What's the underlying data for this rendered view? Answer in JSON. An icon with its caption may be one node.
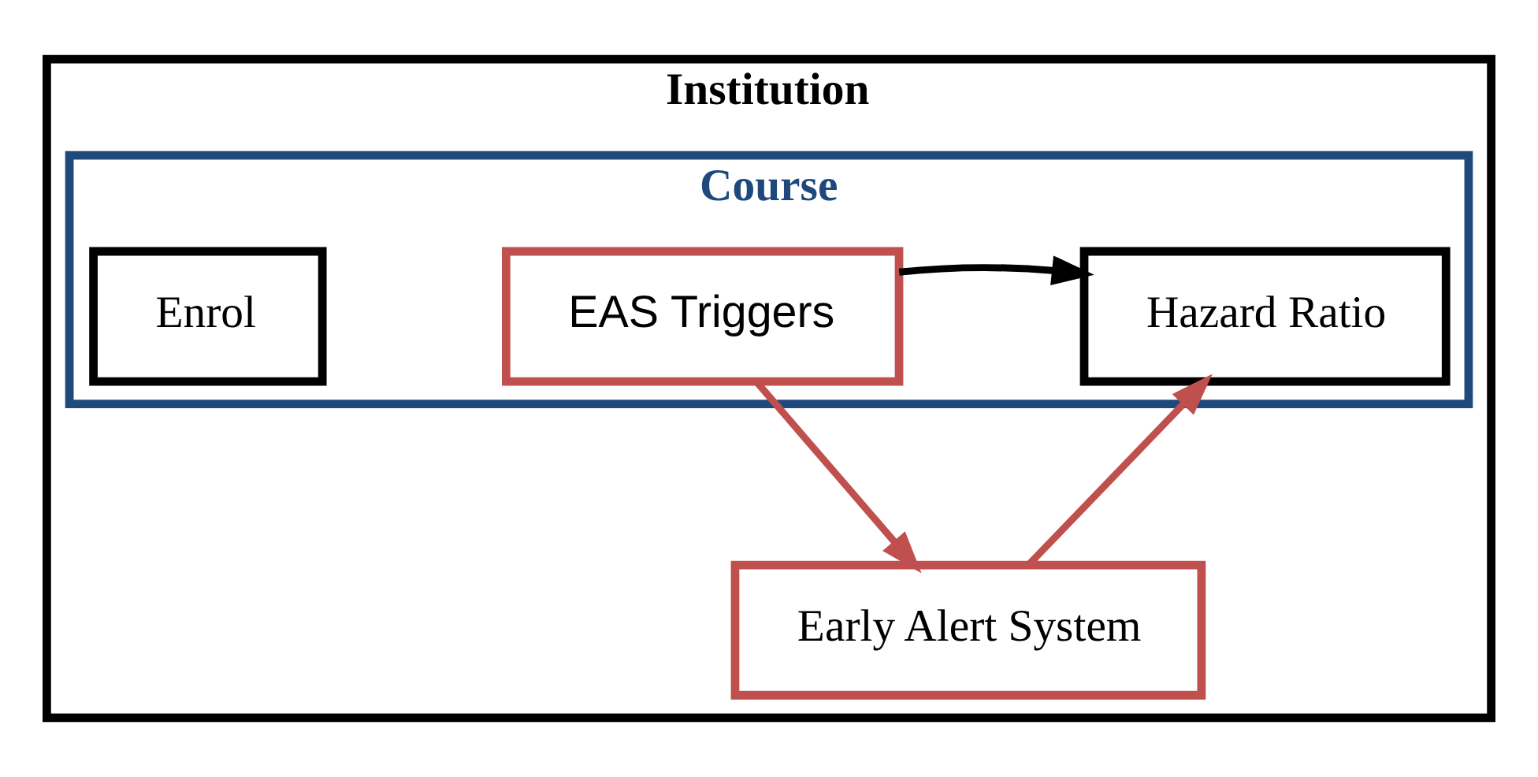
{
  "diagram": {
    "nodes": [
      {
        "text": [
          "Institution"
        ]
      },
      {
        "text": [
          "Course"
        ],
        "in": 0
      },
      {
        "text": [
          "Enrol"
        ],
        "in": 1
      },
      {
        "text": [
          "EAS Triggers"
        ],
        "in": 1
      },
      {
        "text": [
          "Hazard Ratio"
        ],
        "in": 1
      },
      {
        "text": [
          "Early Alert System"
        ],
        "in": 0
      }
    ],
    "edges": [
      {
        "from": 3,
        "to": 4,
        "arrow": "to",
        "color": "#000000"
      },
      {
        "from": 3,
        "to": 5,
        "arrow": "to",
        "color": "#c0504d"
      },
      {
        "from": 5,
        "to": 4,
        "arrow": "to",
        "color": "#c0504d"
      }
    ]
  }
}
